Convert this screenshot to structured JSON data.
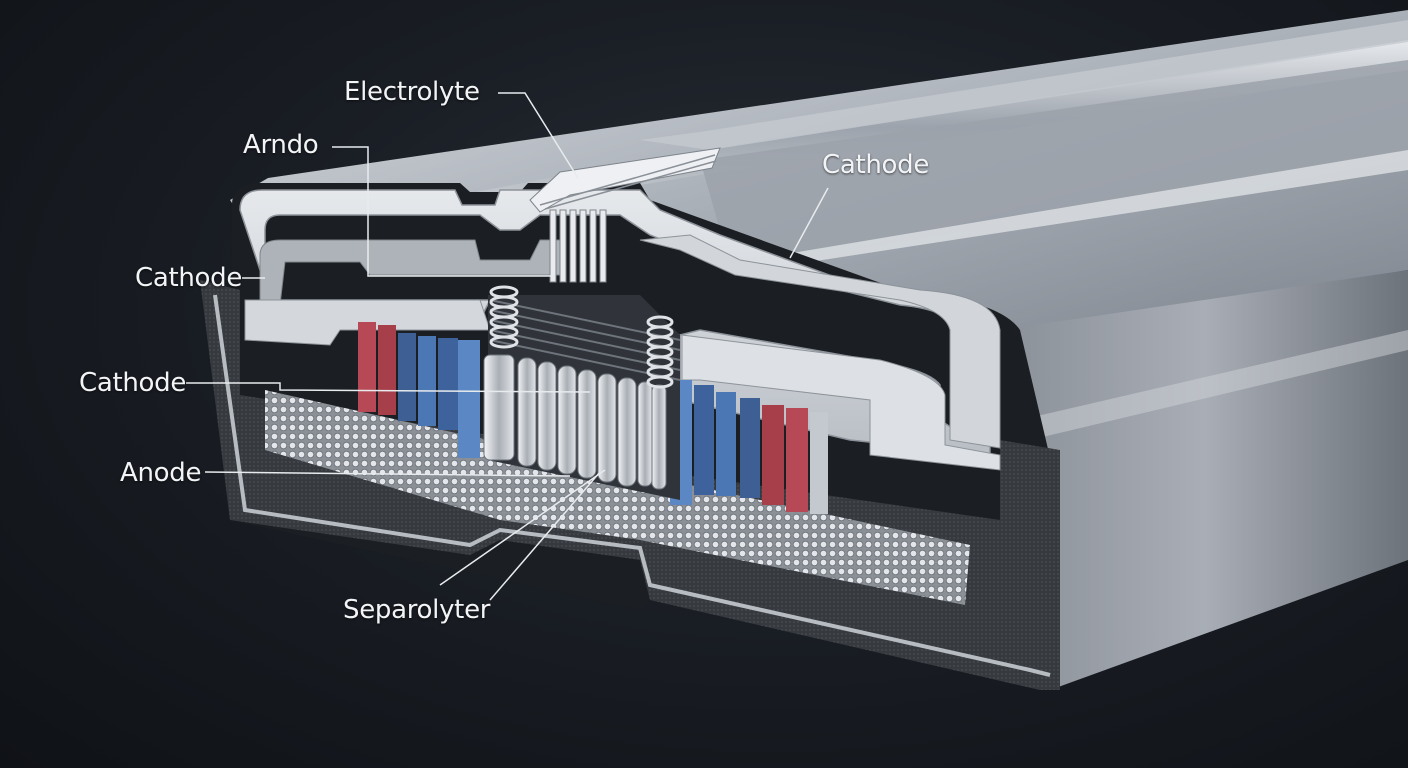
{
  "callouts": {
    "electrolyte": "Electrolyte",
    "anode_top": "Arndo",
    "cathode_top_right": "Cathode",
    "cathode_left_upper": "Cathode",
    "cathode_left_middle": "Cathode",
    "anode_left": "Anode",
    "separolyter": "Separolyter"
  },
  "colors": {
    "background": "#14181e",
    "casing_metal": "#c9ced5",
    "insulation_dark": "#3a3d42",
    "cathode_red": "#b64955",
    "anode_blue": "#4b77b4",
    "porous_layer": "#cfd3d8",
    "leader_line": "#e8ebee"
  },
  "icons": [
    "battery-cross-section-illustration"
  ]
}
